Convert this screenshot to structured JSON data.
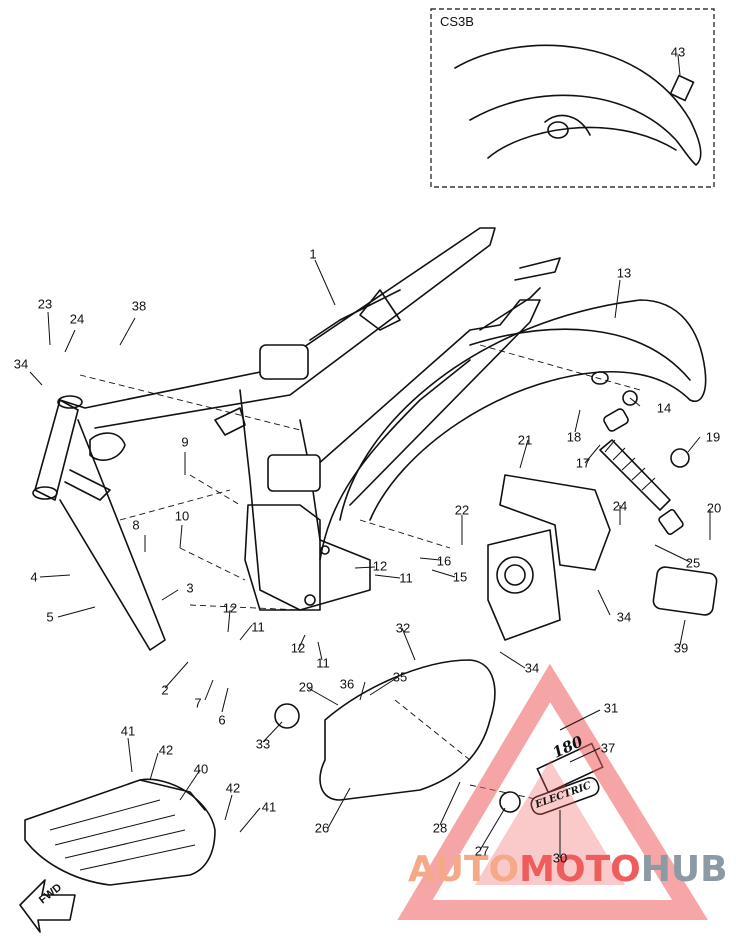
{
  "diagram": {
    "inset_label": "CS3B",
    "direction_label": "FWD",
    "decals": {
      "number": "180",
      "electric": "ELECTRIC"
    },
    "watermark": {
      "part1": "AUTO",
      "part2": "MOTO",
      "part3": "HUB",
      "colors": [
        "#f4a988",
        "#ee5c5c",
        "#8c9aa6"
      ]
    },
    "callouts": [
      {
        "id": "1",
        "text": "1"
      },
      {
        "id": "2",
        "text": "2"
      },
      {
        "id": "3",
        "text": "3"
      },
      {
        "id": "4",
        "text": "4"
      },
      {
        "id": "5",
        "text": "5"
      },
      {
        "id": "6",
        "text": "6"
      },
      {
        "id": "7",
        "text": "7"
      },
      {
        "id": "8",
        "text": "8"
      },
      {
        "id": "9",
        "text": "9"
      },
      {
        "id": "10",
        "text": "10"
      },
      {
        "id": "11a",
        "text": "11"
      },
      {
        "id": "11b",
        "text": "11"
      },
      {
        "id": "11c",
        "text": "11"
      },
      {
        "id": "12a",
        "text": "12"
      },
      {
        "id": "12b",
        "text": "12"
      },
      {
        "id": "12c",
        "text": "12"
      },
      {
        "id": "13",
        "text": "13"
      },
      {
        "id": "14",
        "text": "14"
      },
      {
        "id": "15",
        "text": "15"
      },
      {
        "id": "16",
        "text": "16"
      },
      {
        "id": "17",
        "text": "17"
      },
      {
        "id": "18",
        "text": "18"
      },
      {
        "id": "19",
        "text": "19"
      },
      {
        "id": "20",
        "text": "20"
      },
      {
        "id": "21",
        "text": "21"
      },
      {
        "id": "22",
        "text": "22"
      },
      {
        "id": "23",
        "text": "23"
      },
      {
        "id": "24a",
        "text": "24"
      },
      {
        "id": "24b",
        "text": "24"
      },
      {
        "id": "25",
        "text": "25"
      },
      {
        "id": "26",
        "text": "26"
      },
      {
        "id": "27",
        "text": "27"
      },
      {
        "id": "28",
        "text": "28"
      },
      {
        "id": "29",
        "text": "29"
      },
      {
        "id": "30",
        "text": "30"
      },
      {
        "id": "31",
        "text": "31"
      },
      {
        "id": "32",
        "text": "32"
      },
      {
        "id": "33",
        "text": "33"
      },
      {
        "id": "34a",
        "text": "34"
      },
      {
        "id": "34b",
        "text": "34"
      },
      {
        "id": "34c",
        "text": "34"
      },
      {
        "id": "35",
        "text": "35"
      },
      {
        "id": "36",
        "text": "36"
      },
      {
        "id": "37",
        "text": "37"
      },
      {
        "id": "38",
        "text": "38"
      },
      {
        "id": "39",
        "text": "39"
      },
      {
        "id": "40",
        "text": "40"
      },
      {
        "id": "41a",
        "text": "41"
      },
      {
        "id": "41b",
        "text": "41"
      },
      {
        "id": "42a",
        "text": "42"
      },
      {
        "id": "42b",
        "text": "42"
      },
      {
        "id": "43",
        "text": "43"
      }
    ]
  }
}
